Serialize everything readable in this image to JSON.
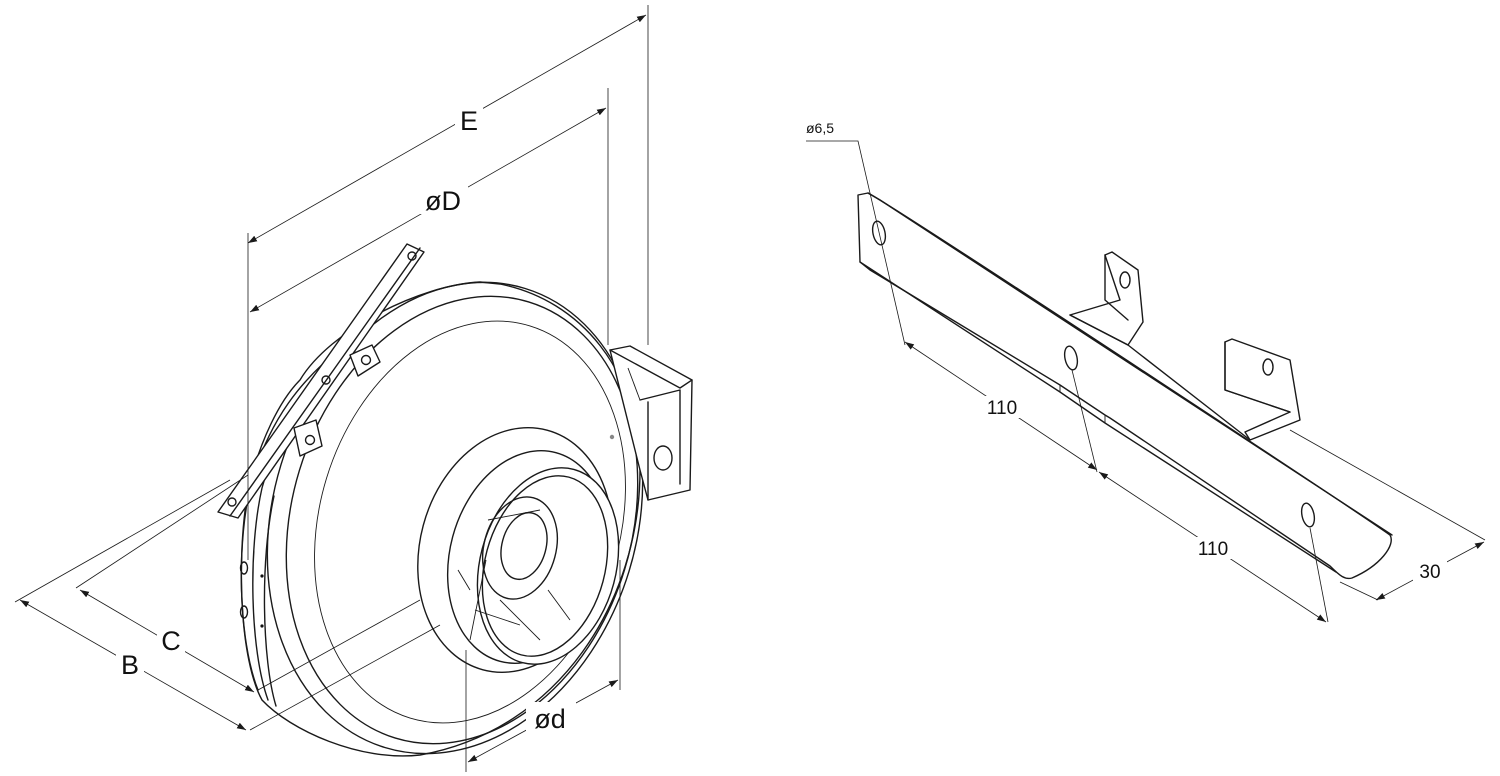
{
  "fan": {
    "labels": {
      "E": "E",
      "outer_diameter": "øD",
      "B": "B",
      "C": "C",
      "inlet_diameter": "ød"
    }
  },
  "bracket": {
    "hole_diameter": "ø6,5",
    "spacing_1": "110",
    "spacing_2": "110",
    "width": "30"
  }
}
